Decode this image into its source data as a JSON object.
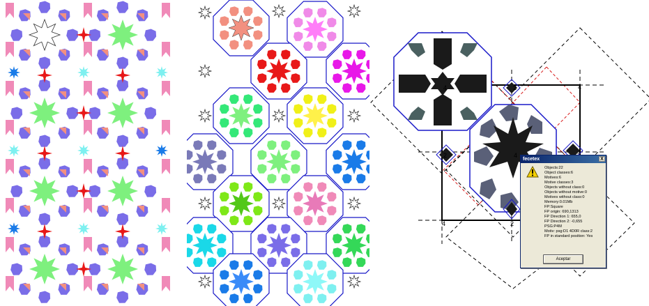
{
  "panels": {
    "left": {
      "name": "original-mosaic"
    },
    "middle": {
      "name": "classified-mosaic"
    },
    "right": {
      "name": "fundamental-parallelogram"
    }
  },
  "colors": {
    "violet": "#7a6de8",
    "pink": "#f08ab8",
    "salmon": "#f29080",
    "green": "#7ef07e",
    "red": "#e81818",
    "blue": "#1a7be8",
    "cyan": "#7ef0f0",
    "black": "#1a1a1a",
    "slate": "#5a6078",
    "dashed_red": "#d81818",
    "outline_blue": "#1818c8"
  },
  "axis_labels": {
    "top_left": "4",
    "top_mid": "2",
    "top_right": "4",
    "center": "4",
    "left_mid": "2",
    "right_mid": "2",
    "bottom_left": "4",
    "bottom_mid": "2"
  },
  "dialog": {
    "title": "fecetex",
    "close_label": "X",
    "icon": "warning-icon",
    "lines": [
      "Objects:22",
      "Object classes:6",
      "Motives:6",
      "Motive classes:3",
      "Objects without class:0",
      "Objects without motive:0",
      "Motives without class:0",
      "Memory:0.01Mb",
      "FP:Square",
      "FP origin: 690,1313",
      "FP Direction 1: 655,0",
      "FP Direction 2: -0,655",
      "PSG:P4M",
      "Motiv: psg:D1 4D0R class:2",
      "FP in standard position: Yes"
    ],
    "ok_label": "Aceptar"
  }
}
